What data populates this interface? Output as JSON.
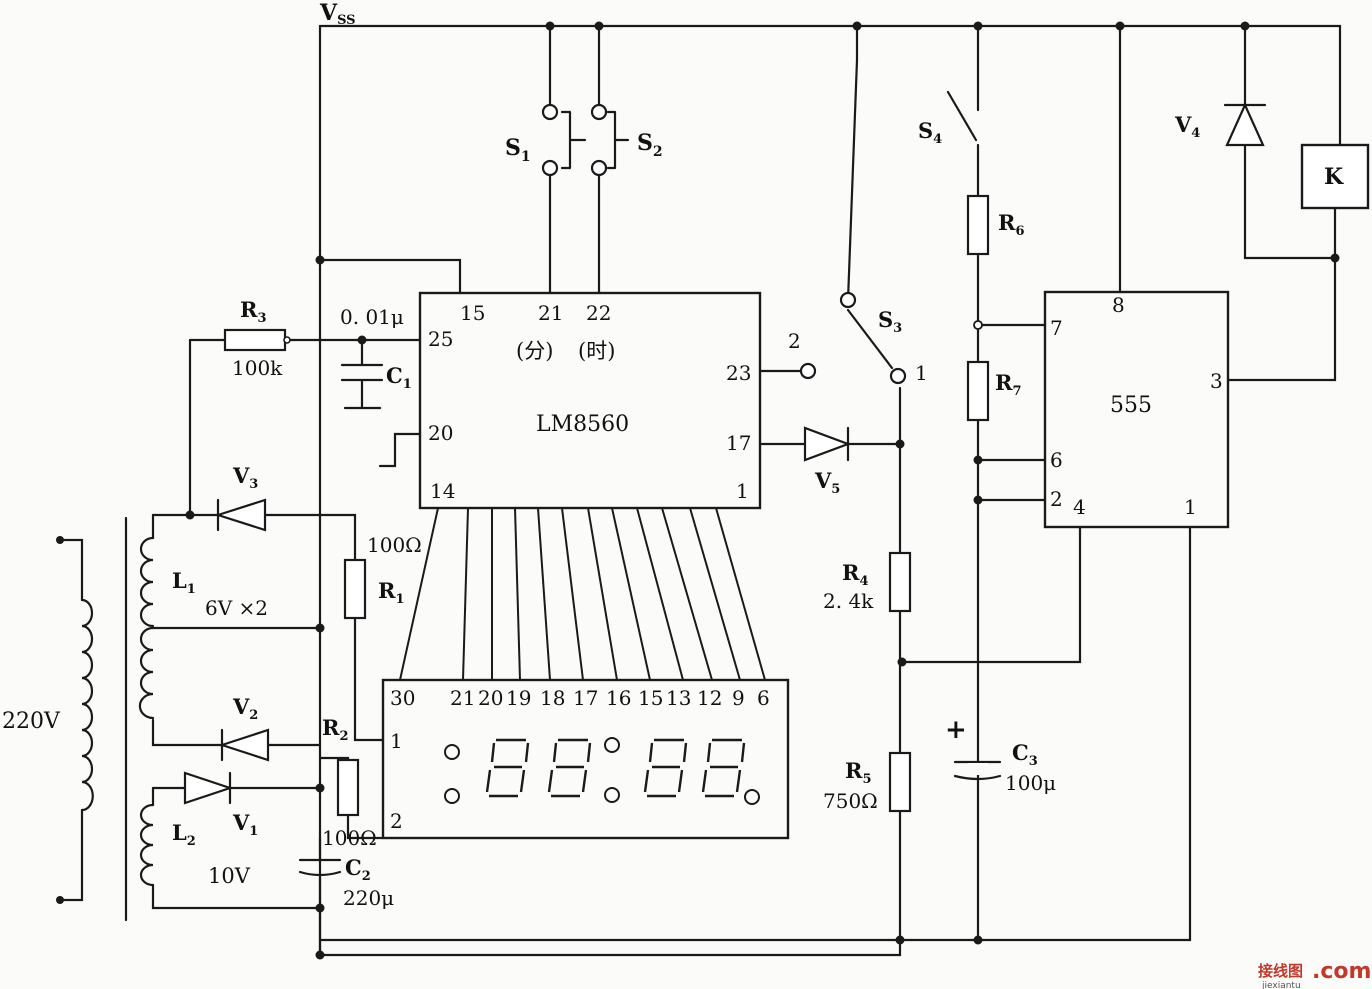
{
  "labels": {
    "vss": "V",
    "vss_sub": "SS",
    "s1": "S",
    "s1_sub": "1",
    "s2": "S",
    "s2_sub": "2",
    "s3": "S",
    "s3_sub": "3",
    "s4": "S",
    "s4_sub": "4",
    "r3": "R",
    "r3_sub": "3",
    "r3_val": "100k",
    "c1_val": "0. 01μ",
    "c1": "C",
    "c1_sub": "1",
    "v3": "V",
    "v3_sub": "3",
    "l1": "L",
    "l1_sub": "1",
    "l1_val": "6V ×2",
    "r1_val": "100Ω",
    "r1": "R",
    "r1_sub": "1",
    "v2": "V",
    "v2_sub": "2",
    "r2": "R",
    "r2_sub": "2",
    "v1": "V",
    "v1_sub": "1",
    "r2_val": "100Ω",
    "l2": "L",
    "l2_sub": "2",
    "l2_val": "10V",
    "c2": "C",
    "c2_sub": "2",
    "c2_val": "220μ",
    "mains": "220V",
    "chip": "LM8560",
    "chip_min": "(分)",
    "chip_hour": "(时)",
    "v5": "V",
    "v5_sub": "5",
    "r4": "R",
    "r4_sub": "4",
    "r4_val": "2. 4k",
    "r5": "R",
    "r5_sub": "5",
    "r5_val": "750Ω",
    "r6": "R",
    "r6_sub": "6",
    "r7": "R",
    "r7_sub": "7",
    "c3": "C",
    "c3_sub": "3",
    "c3_val": "100μ",
    "c3_plus": "+",
    "v4": "V",
    "v4_sub": "4",
    "relay": "K",
    "timer": "555",
    "sw_pos1": "1",
    "sw_pos2": "2",
    "watermark_cn": "接线图",
    "watermark_en": "jiexiantu",
    "watermark_com": ".com"
  },
  "chip_pins": {
    "p15": "15",
    "p21": "21",
    "p22": "22",
    "p25": "25",
    "p20": "20",
    "p14": "14",
    "p23": "23",
    "p17": "17",
    "p1": "1"
  },
  "display_pins": [
    "30",
    "21",
    "20",
    "19",
    "18",
    "17",
    "16",
    "15",
    "13",
    "12",
    "9",
    "6"
  ],
  "display_side_pins": {
    "p1": "1",
    "p2": "2"
  },
  "timer_pins": {
    "p8": "8",
    "p7": "7",
    "p6": "6",
    "p2": "2",
    "p4": "4",
    "p1": "1",
    "p3": "3"
  }
}
